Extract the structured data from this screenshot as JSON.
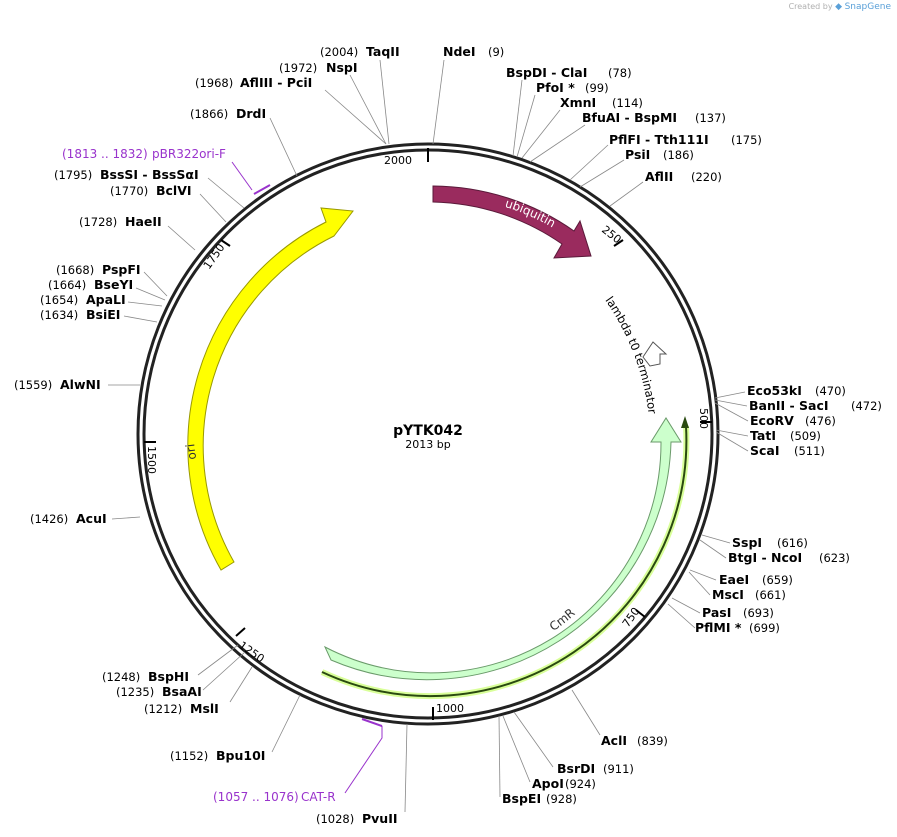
{
  "credit": {
    "prefix": "Created by",
    "brand": "SnapGene"
  },
  "plasmid": {
    "name": "pYTK042",
    "length_label": "2013 bp",
    "length": 2013
  },
  "colors": {
    "ubiquitin": "#9a2b5e",
    "ori": "#ffff00",
    "cmr": "#ccffcc",
    "primer": "#9933cc",
    "terminator": "#ffffff"
  },
  "ruler_ticks": [
    "2000",
    "250",
    "500",
    "750",
    "1000",
    "1250",
    "1500",
    "1750"
  ],
  "features": {
    "ubiquitin": "ubiquitin",
    "terminator": "lambda t0 terminator",
    "cmr": "CmR",
    "ori": "ori"
  },
  "primers": [
    {
      "name": "pBR322ori-F",
      "range": "(1813 .. 1832)"
    },
    {
      "name": "CAT-R",
      "range": "(1057 .. 1076)"
    }
  ],
  "sites": [
    {
      "name": "TaqII",
      "pos": "(2004)"
    },
    {
      "name": "NdeI",
      "pos": "(9)"
    },
    {
      "name": "NspI",
      "pos": "(1972)"
    },
    {
      "name": "AflIII - PciI",
      "pos": "(1968)"
    },
    {
      "name": "BspDI - ClaI",
      "pos": "(78)"
    },
    {
      "name": "PfoI *",
      "pos": "(99)"
    },
    {
      "name": "XmnI",
      "pos": "(114)"
    },
    {
      "name": "BfuAI - BspMI",
      "pos": "(137)"
    },
    {
      "name": "PflFI - Tth111I",
      "pos": "(175)"
    },
    {
      "name": "PsiI",
      "pos": "(186)"
    },
    {
      "name": "AflII",
      "pos": "(220)"
    },
    {
      "name": "DrdI",
      "pos": "(1866)"
    },
    {
      "name": "BssSI - BssSαI",
      "pos": "(1795)"
    },
    {
      "name": "BclVI",
      "pos": "(1770)"
    },
    {
      "name": "HaeII",
      "pos": "(1728)"
    },
    {
      "name": "PspFI",
      "pos": "(1668)"
    },
    {
      "name": "BseYI",
      "pos": "(1664)"
    },
    {
      "name": "ApaLI",
      "pos": "(1654)"
    },
    {
      "name": "BsiEI",
      "pos": "(1634)"
    },
    {
      "name": "AlwNI",
      "pos": "(1559)"
    },
    {
      "name": "AcuI",
      "pos": "(1426)"
    },
    {
      "name": "Eco53kI",
      "pos": "(470)"
    },
    {
      "name": "BanII - SacI",
      "pos": "(472)"
    },
    {
      "name": "EcoRV",
      "pos": "(476)"
    },
    {
      "name": "TatI",
      "pos": "(509)"
    },
    {
      "name": "ScaI",
      "pos": "(511)"
    },
    {
      "name": "SspI",
      "pos": "(616)"
    },
    {
      "name": "BtgI - NcoI",
      "pos": "(623)"
    },
    {
      "name": "EaeI",
      "pos": "(659)"
    },
    {
      "name": "MscI",
      "pos": "(661)"
    },
    {
      "name": "PasI",
      "pos": "(693)"
    },
    {
      "name": "PflMI *",
      "pos": "(699)"
    },
    {
      "name": "AclI",
      "pos": "(839)"
    },
    {
      "name": "BsrDI",
      "pos": "(911)"
    },
    {
      "name": "ApoI",
      "pos": "(924)"
    },
    {
      "name": "BspEI",
      "pos": "(928)"
    },
    {
      "name": "BspHI",
      "pos": "(1248)"
    },
    {
      "name": "BsaAI",
      "pos": "(1235)"
    },
    {
      "name": "MslI",
      "pos": "(1212)"
    },
    {
      "name": "Bpu10I",
      "pos": "(1152)"
    },
    {
      "name": "PvuII",
      "pos": "(1028)"
    }
  ]
}
